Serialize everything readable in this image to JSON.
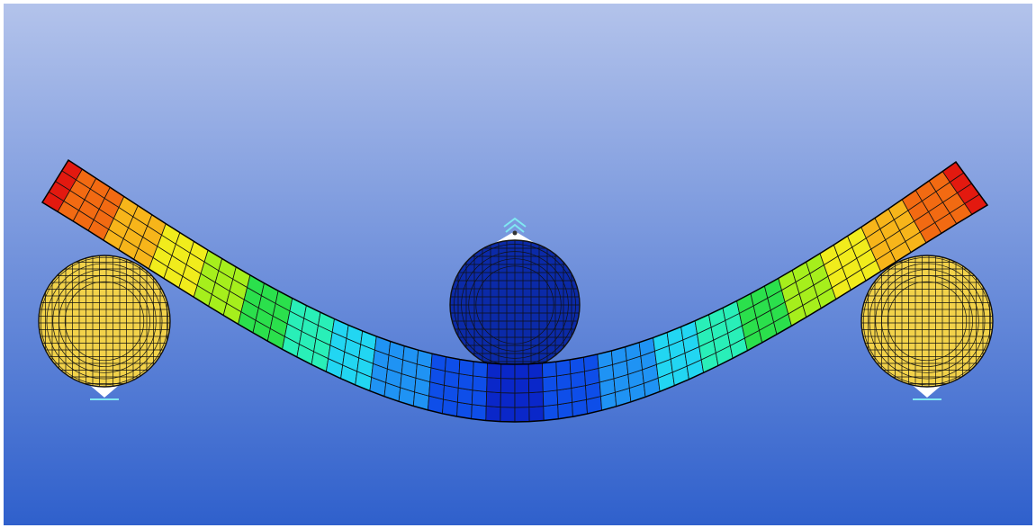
{
  "scene": {
    "description_colors": {
      "background_top": "#b3c3eb",
      "background_bottom": "#2f60cc",
      "roller_fill": "#f2d24a",
      "punch_fill": "#0b2aa8",
      "mesh_line": "#111111",
      "marker": "#7fe8f2"
    },
    "beam": {
      "contour_colormap": [
        "#0a27c9",
        "#0e4ee9",
        "#1f93f4",
        "#22d6f2",
        "#29efb8",
        "#2be04c",
        "#a6ef1c",
        "#f1ec1c",
        "#f7b51a",
        "#f26a12",
        "#e3190f"
      ],
      "elements_along_length": 64,
      "elements_through_thickness": 4
    },
    "parts": [
      "left-support-roller",
      "loading-punch",
      "right-support-roller",
      "bent-specimen"
    ]
  }
}
